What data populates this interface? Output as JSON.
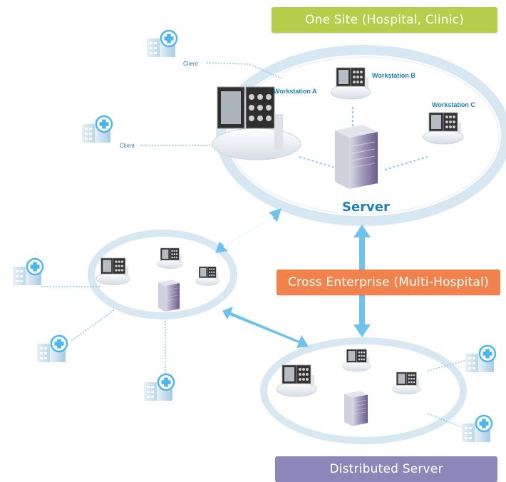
{
  "banners": {
    "one_site": {
      "label": "One Site (Hospital, Clinic)",
      "color": "#b5cf4c"
    },
    "cross_enterprise": {
      "label": "Cross Enterprise (Multi-Hospital)",
      "color": "#f0834d"
    },
    "distributed": {
      "label": "Distributed Server",
      "color": "#8d86b8"
    }
  },
  "site": {
    "server_label": "Server",
    "workstations": [
      "Workstation A",
      "Workstation B",
      "Workstation C"
    ],
    "clients": [
      "Client",
      "Client"
    ]
  },
  "colors": {
    "ring": "#cfe3ef",
    "arrow": "#6ec2ec",
    "dotted_link": "#8cc8e6",
    "label_blue": "#1f7fb5",
    "server_purple": "#7c6aa0",
    "building": "#b9d6ea",
    "cross_badge": "#4cb6e6"
  },
  "icons": [
    "hospital-building-icon",
    "workstation-icon",
    "server-icon",
    "double-arrow-icon"
  ]
}
